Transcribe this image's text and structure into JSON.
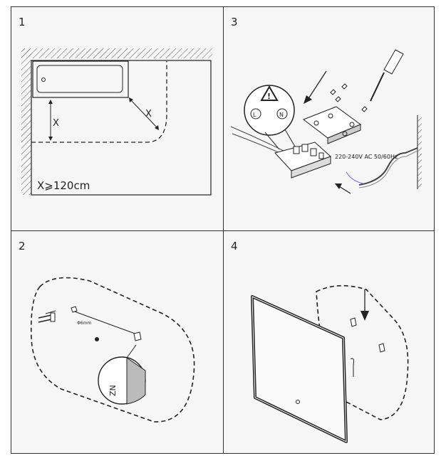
{
  "steps": [
    {
      "number": "1",
      "annotations": {
        "distance_mark_a": "X",
        "distance_mark_b": "X",
        "clearance_rule": "X⩾120cm"
      }
    },
    {
      "number": "3",
      "annotations": {
        "live_terminal": "L",
        "neutral_terminal": "N",
        "power_spec": "220-240V AC 50/60Hz"
      }
    },
    {
      "number": "2",
      "annotations": {
        "drill_size": "Φ6mm"
      }
    },
    {
      "number": "4",
      "annotations": {}
    }
  ]
}
